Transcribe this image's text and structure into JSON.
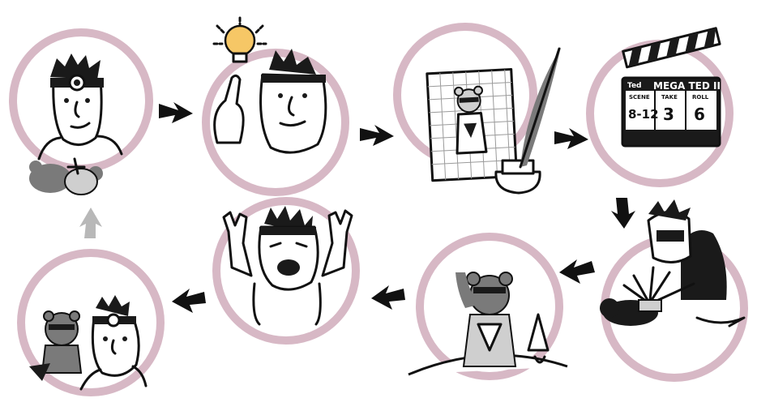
{
  "colors": {
    "ring": "#d7b8c5",
    "ink": "#111111",
    "arrow": "#111111",
    "arrow_muted": "#b8b8b8",
    "bulb": "#f6c766"
  },
  "steps": [
    {
      "id": "repair-teddy",
      "icon": "man-with-headlamp-holding-torn-teddy-icon"
    },
    {
      "id": "idea",
      "icon": "lightbulb-idea-icon"
    },
    {
      "id": "sketch",
      "icon": "blueprint-and-quill-icon"
    },
    {
      "id": "clapperboard",
      "icon": "clapperboard-icon"
    },
    {
      "id": "welding",
      "icon": "welder-with-mask-icon"
    },
    {
      "id": "super-teddy",
      "icon": "super-teddy-with-rocket-icon"
    },
    {
      "id": "celebrate",
      "icon": "man-rock-on-hands-icon"
    },
    {
      "id": "together",
      "icon": "man-with-teddy-icon"
    }
  ],
  "clapperboard": {
    "brand": "Ted",
    "title": "MEGA TED II",
    "scene_label": "SCENE",
    "take_label": "TAKE",
    "roll_label": "ROLL",
    "scene": "8-12",
    "take": "3",
    "roll": "6"
  }
}
